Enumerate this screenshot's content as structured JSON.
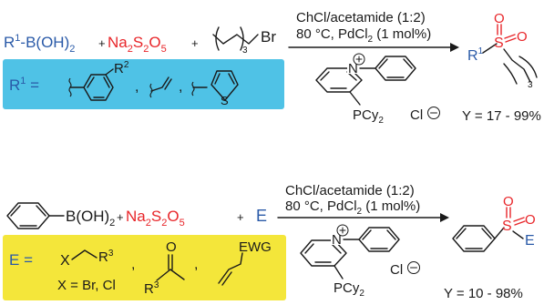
{
  "colors": {
    "blue": "#2a5aa8",
    "red": "#e8262a",
    "cyan_box": "#4fc2e6",
    "yellow_box": "#f4e63a",
    "ink": "#1a1a1a"
  },
  "scheme1": {
    "boronic_r": "R",
    "boronic_sup": "1",
    "boronic_rest": "-B(OH)",
    "boronic_sub": "2",
    "plus1": "+",
    "na": "Na",
    "na_sub1": "2",
    "s": "S",
    "na_sub2": "2",
    "o": "O",
    "na_sub3": "5",
    "plus2": "+",
    "alkyl_sub": "3",
    "br": "Br",
    "cond1": "ChCl/acetamide (1:2)",
    "cond2": "80 °C, PdCl",
    "cond2_sub": "2",
    "cond2_tail": " (1 mol%)",
    "product_r": "R",
    "product_sup": "1",
    "product_s": "S",
    "product_o1": "O",
    "product_o2": "O",
    "product_sub": "3",
    "n_label": "N",
    "pcy": "PCy",
    "pcy_sub": "2",
    "cl": "Cl",
    "yield": "Y = 17 - 99%",
    "box_r": "R",
    "box_sup": "1",
    "box_eq": " =",
    "box_r2": "R",
    "box_r2_sup": "2",
    "comma1": ",",
    "comma2": ",",
    "thiophene_s": "S"
  },
  "scheme2": {
    "boronic": "B(OH)",
    "boronic_sub": "2",
    "plus1": "+",
    "na": "Na",
    "na_sub1": "2",
    "s": "S",
    "na_sub2": "2",
    "o": "O",
    "na_sub3": "5",
    "plus2": "+",
    "e": "E",
    "cond1": "ChCl/acetamide (1:2)",
    "cond2": "80 °C, PdCl",
    "cond2_sub": "2",
    "cond2_tail": " (1 mol%)",
    "product_s": "S",
    "product_o1": "O",
    "product_o2": "O",
    "product_e": "E",
    "n_label": "N",
    "pcy": "PCy",
    "pcy_sub": "2",
    "cl": "Cl",
    "yield": "Y = 10 - 98%",
    "box_e": "E",
    "box_eq": " =",
    "box_x": "X",
    "box_r3": "R",
    "box_r3_sup": "3",
    "box_xdef": "X = Br, Cl",
    "comma1": ",",
    "comma2": ",",
    "ald_o": "O",
    "ald_r": "R",
    "ald_sup": "3",
    "ewg": "EWG"
  }
}
